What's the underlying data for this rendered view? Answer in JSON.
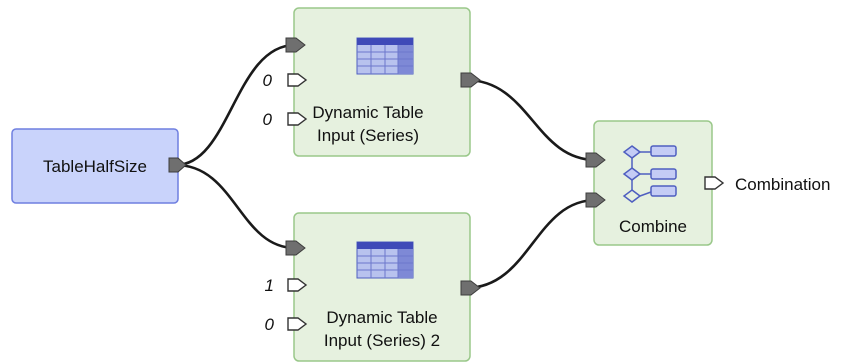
{
  "colors": {
    "param_fill": "#c9d3fb",
    "param_stroke": "#6f7fe0",
    "node_fill": "#e6f1df",
    "node_stroke": "#9ac88a",
    "wire": "#1a1a1a"
  },
  "nodes": {
    "param": {
      "label": "TableHalfSize"
    },
    "table1": {
      "label_line1": "Dynamic Table",
      "label_line2": "Input (Series)",
      "icon": "table-icon",
      "inputs": [
        "0",
        "0"
      ]
    },
    "table2": {
      "label_line1": "Dynamic Table",
      "label_line2": "Input (Series) 2",
      "icon": "table-icon",
      "inputs": [
        "1",
        "0"
      ]
    },
    "combine": {
      "label": "Combine",
      "icon": "combine-icon",
      "output_label": "Combination"
    }
  }
}
